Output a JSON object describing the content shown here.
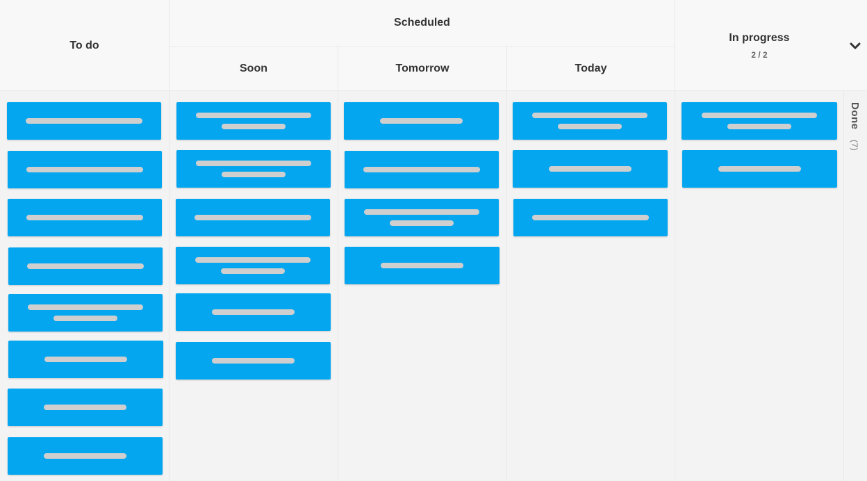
{
  "header": {
    "todo": "To do",
    "scheduled": "Scheduled",
    "soon": "Soon",
    "tomorrow": "Tomorrow",
    "today": "Today",
    "in_progress": "In progress",
    "in_progress_count": "2 / 2"
  },
  "done": {
    "label": "Done",
    "count": "(7)"
  },
  "colors": {
    "card": "#05a6f0",
    "placeholder_bar": "#cfcfcf",
    "background": "#f3f3f3",
    "header": "#f8f8f8"
  },
  "icons": {
    "collapse": "chevron-down-icon"
  }
}
